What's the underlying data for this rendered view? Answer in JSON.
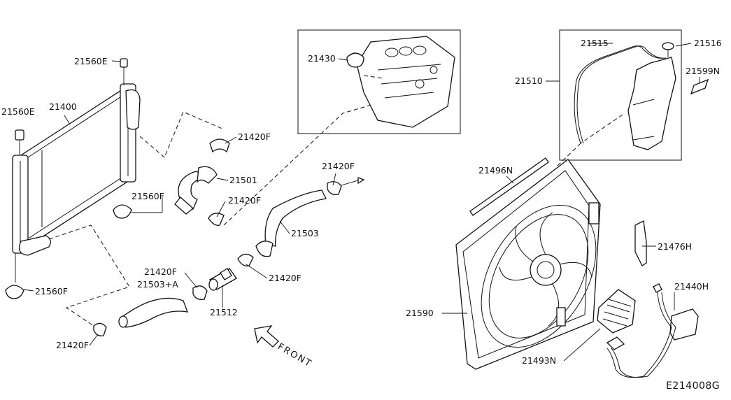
{
  "diagram": {
    "labels": {
      "l21560E_top": "21560E",
      "l21400": "21400",
      "l21560E_left": "21560E",
      "l21560F_mid": "21560F",
      "l21560F_bot": "21560F",
      "l21420F_a": "21420F",
      "l21501": "21501",
      "l21420F_b": "21420F",
      "l21430": "21430",
      "l21420F_c": "21420F",
      "l21503": "21503",
      "l21420F_d": "21420F",
      "l21420F_e": "21420F",
      "l21503A": "21503+A",
      "l21512": "21512",
      "l21420F_f": "21420F",
      "l21515": "21515",
      "l21516": "21516",
      "l21510": "21510",
      "l21599N": "21599N",
      "l21496N": "21496N",
      "l21476H": "21476H",
      "l21590": "21590",
      "l21440H": "21440H",
      "l21493N": "21493N"
    },
    "front_label": "FRONT",
    "figure_ref": "E214008G"
  }
}
